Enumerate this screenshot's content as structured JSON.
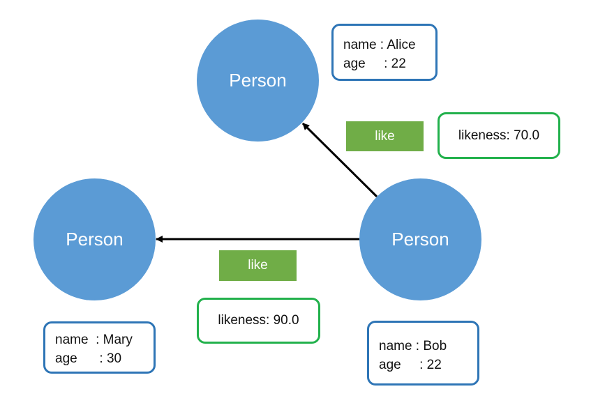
{
  "nodes": {
    "alice": {
      "label": "Person",
      "name_key": "name",
      "name_value": "Alice",
      "age_key": "age",
      "age_value": "22"
    },
    "mary": {
      "label": "Person",
      "name_key": "name",
      "name_value": "Mary",
      "age_key": "age",
      "age_value": "30"
    },
    "bob": {
      "label": "Person",
      "name_key": "name",
      "name_value": "Bob",
      "age_key": "age",
      "age_value": "22"
    }
  },
  "edges": {
    "bob_to_alice": {
      "label": "like",
      "property": "likeness: 70.0"
    },
    "bob_to_mary": {
      "label": "like",
      "property": "likeness: 90.0"
    }
  },
  "colors": {
    "node_fill": "#5b9bd5",
    "node_property_border": "#2e75b6",
    "edge_label_fill": "#70ad47",
    "edge_property_border": "#22b14c",
    "arrow": "#000000"
  }
}
